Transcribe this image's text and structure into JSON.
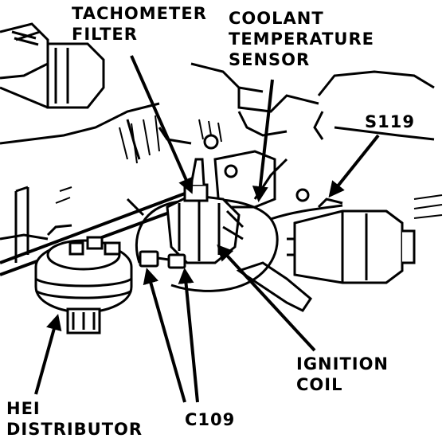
{
  "labels": {
    "tachometer_filter": [
      "TACHOMETER",
      "FILTER"
    ],
    "coolant_temperature_sensor": [
      "COOLANT",
      "TEMPERATURE",
      "SENSOR"
    ],
    "s119": "S119",
    "ignition_coil": [
      "IGNITION",
      "COIL"
    ],
    "hei_distributor": [
      "HEI",
      "DISTRIBUTOR"
    ],
    "c109": "C109"
  },
  "colors": {
    "ink": "#000000",
    "paper": "#ffffff"
  }
}
